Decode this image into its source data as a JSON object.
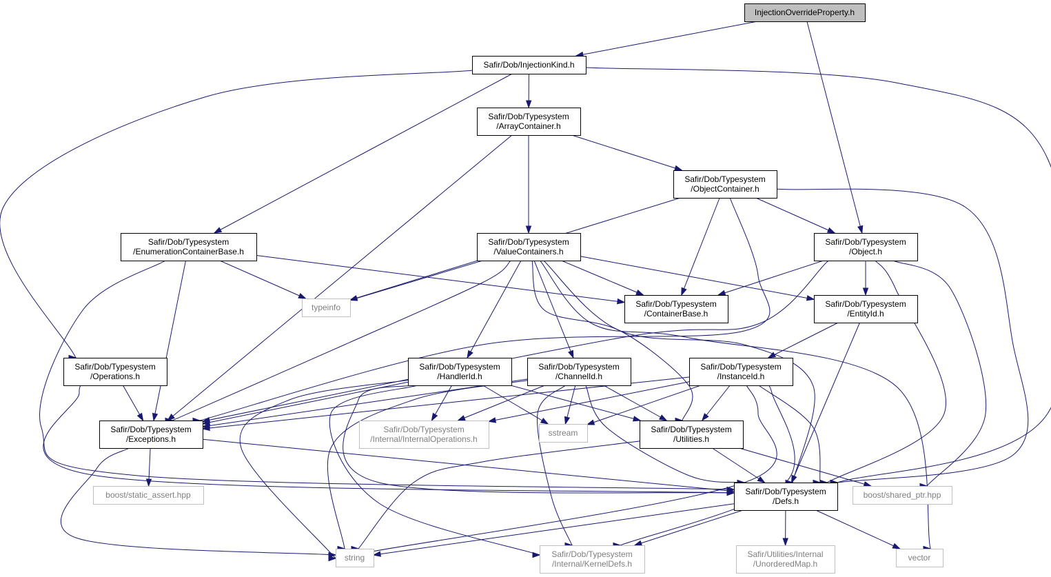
{
  "graph": {
    "title": "InjectionOverrideProperty.h",
    "edge_color": "#191970",
    "root_fill": "#bfbfbf",
    "internal_border": "#000000",
    "external_border": "#bfbfbf",
    "external_text_color": "#7f7f7f",
    "nodes": [
      {
        "id": "root",
        "lines": [
          "InjectionOverrideProperty.h"
        ],
        "kind": "root",
        "icon": "file-node"
      },
      {
        "id": "injectionkind",
        "lines": [
          "Safir/Dob/InjectionKind.h"
        ],
        "kind": "internal"
      },
      {
        "id": "arraycontainer",
        "lines": [
          "Safir/Dob/Typesystem",
          "/ArrayContainer.h"
        ],
        "kind": "internal"
      },
      {
        "id": "objectcontainer",
        "lines": [
          "Safir/Dob/Typesystem",
          "/ObjectContainer.h"
        ],
        "kind": "internal"
      },
      {
        "id": "enumcontainerbase",
        "lines": [
          "Safir/Dob/Typesystem",
          "/EnumerationContainerBase.h"
        ],
        "kind": "internal"
      },
      {
        "id": "valuecontainers",
        "lines": [
          "Safir/Dob/Typesystem",
          "/ValueContainers.h"
        ],
        "kind": "internal"
      },
      {
        "id": "object",
        "lines": [
          "Safir/Dob/Typesystem",
          "/Object.h"
        ],
        "kind": "internal"
      },
      {
        "id": "typeinfo",
        "lines": [
          "typeinfo"
        ],
        "kind": "external"
      },
      {
        "id": "containerbase",
        "lines": [
          "Safir/Dob/Typesystem",
          "/ContainerBase.h"
        ],
        "kind": "internal"
      },
      {
        "id": "entityid",
        "lines": [
          "Safir/Dob/Typesystem",
          "/EntityId.h"
        ],
        "kind": "internal"
      },
      {
        "id": "operations",
        "lines": [
          "Safir/Dob/Typesystem",
          "/Operations.h"
        ],
        "kind": "internal"
      },
      {
        "id": "handlerid",
        "lines": [
          "Safir/Dob/Typesystem",
          "/HandlerId.h"
        ],
        "kind": "internal"
      },
      {
        "id": "channelid",
        "lines": [
          "Safir/Dob/Typesystem",
          "/ChannelId.h"
        ],
        "kind": "internal"
      },
      {
        "id": "instanceid",
        "lines": [
          "Safir/Dob/Typesystem",
          "/InstanceId.h"
        ],
        "kind": "internal"
      },
      {
        "id": "exceptions",
        "lines": [
          "Safir/Dob/Typesystem",
          "/Exceptions.h"
        ],
        "kind": "internal"
      },
      {
        "id": "internalops",
        "lines": [
          "Safir/Dob/Typesystem",
          "/Internal/InternalOperations.h"
        ],
        "kind": "external"
      },
      {
        "id": "sstream",
        "lines": [
          "sstream"
        ],
        "kind": "external"
      },
      {
        "id": "utilities",
        "lines": [
          "Safir/Dob/Typesystem",
          "/Utilities.h"
        ],
        "kind": "internal"
      },
      {
        "id": "staticassert",
        "lines": [
          "boost/static_assert.hpp"
        ],
        "kind": "external"
      },
      {
        "id": "defs",
        "lines": [
          "Safir/Dob/Typesystem",
          "/Defs.h"
        ],
        "kind": "internal"
      },
      {
        "id": "sharedptr",
        "lines": [
          "boost/shared_ptr.hpp"
        ],
        "kind": "external"
      },
      {
        "id": "string",
        "lines": [
          "string"
        ],
        "kind": "external"
      },
      {
        "id": "kerneldefs",
        "lines": [
          "Safir/Dob/Typesystem",
          "/Internal/KernelDefs.h"
        ],
        "kind": "external"
      },
      {
        "id": "unorderedmap",
        "lines": [
          "Safir/Utilities/Internal",
          "/UnorderedMap.h"
        ],
        "kind": "external"
      },
      {
        "id": "vector",
        "lines": [
          "vector"
        ],
        "kind": "external"
      }
    ],
    "edges": [
      {
        "from": "root",
        "to": "injectionkind"
      },
      {
        "from": "root",
        "to": "object"
      },
      {
        "from": "injectionkind",
        "to": "arraycontainer"
      },
      {
        "from": "injectionkind",
        "to": "enumcontainerbase"
      },
      {
        "from": "injectionkind",
        "to": "operations"
      },
      {
        "from": "injectionkind",
        "to": "defs"
      },
      {
        "from": "arraycontainer",
        "to": "objectcontainer"
      },
      {
        "from": "arraycontainer",
        "to": "valuecontainers"
      },
      {
        "from": "arraycontainer",
        "to": "exceptions"
      },
      {
        "from": "objectcontainer",
        "to": "typeinfo"
      },
      {
        "from": "objectcontainer",
        "to": "containerbase"
      },
      {
        "from": "objectcontainer",
        "to": "object"
      },
      {
        "from": "objectcontainer",
        "to": "defs"
      },
      {
        "from": "objectcontainer",
        "to": "exceptions"
      },
      {
        "from": "enumcontainerbase",
        "to": "typeinfo"
      },
      {
        "from": "enumcontainerbase",
        "to": "containerbase"
      },
      {
        "from": "enumcontainerbase",
        "to": "exceptions"
      },
      {
        "from": "enumcontainerbase",
        "to": "defs"
      },
      {
        "from": "valuecontainers",
        "to": "typeinfo"
      },
      {
        "from": "valuecontainers",
        "to": "containerbase"
      },
      {
        "from": "valuecontainers",
        "to": "entityid"
      },
      {
        "from": "valuecontainers",
        "to": "handlerid"
      },
      {
        "from": "valuecontainers",
        "to": "channelid"
      },
      {
        "from": "valuecontainers",
        "to": "exceptions"
      },
      {
        "from": "valuecontainers",
        "to": "utilities"
      },
      {
        "from": "valuecontainers",
        "to": "defs"
      },
      {
        "from": "valuecontainers",
        "to": "vector"
      },
      {
        "from": "object",
        "to": "containerbase"
      },
      {
        "from": "object",
        "to": "entityid"
      },
      {
        "from": "object",
        "to": "defs"
      },
      {
        "from": "object",
        "to": "sharedptr"
      },
      {
        "from": "object",
        "to": "exceptions"
      },
      {
        "from": "entityid",
        "to": "instanceid"
      },
      {
        "from": "entityid",
        "to": "defs"
      },
      {
        "from": "operations",
        "to": "exceptions"
      },
      {
        "from": "operations",
        "to": "defs"
      },
      {
        "from": "handlerid",
        "to": "exceptions"
      },
      {
        "from": "handlerid",
        "to": "internalops"
      },
      {
        "from": "handlerid",
        "to": "sstream"
      },
      {
        "from": "handlerid",
        "to": "utilities"
      },
      {
        "from": "handlerid",
        "to": "defs"
      },
      {
        "from": "handlerid",
        "to": "string"
      },
      {
        "from": "handlerid",
        "to": "kerneldefs"
      },
      {
        "from": "channelid",
        "to": "exceptions"
      },
      {
        "from": "channelid",
        "to": "internalops"
      },
      {
        "from": "channelid",
        "to": "sstream"
      },
      {
        "from": "channelid",
        "to": "utilities"
      },
      {
        "from": "channelid",
        "to": "defs"
      },
      {
        "from": "channelid",
        "to": "string"
      },
      {
        "from": "channelid",
        "to": "kerneldefs"
      },
      {
        "from": "instanceid",
        "to": "exceptions"
      },
      {
        "from": "instanceid",
        "to": "internalops"
      },
      {
        "from": "instanceid",
        "to": "sstream"
      },
      {
        "from": "instanceid",
        "to": "utilities"
      },
      {
        "from": "instanceid",
        "to": "defs"
      },
      {
        "from": "instanceid",
        "to": "string"
      },
      {
        "from": "instanceid",
        "to": "kerneldefs"
      },
      {
        "from": "exceptions",
        "to": "staticassert"
      },
      {
        "from": "exceptions",
        "to": "defs"
      },
      {
        "from": "exceptions",
        "to": "string"
      },
      {
        "from": "utilities",
        "to": "defs"
      },
      {
        "from": "utilities",
        "to": "sharedptr"
      },
      {
        "from": "utilities",
        "to": "string"
      },
      {
        "from": "defs",
        "to": "string"
      },
      {
        "from": "defs",
        "to": "kerneldefs"
      },
      {
        "from": "defs",
        "to": "unorderedmap"
      },
      {
        "from": "defs",
        "to": "vector"
      }
    ]
  }
}
